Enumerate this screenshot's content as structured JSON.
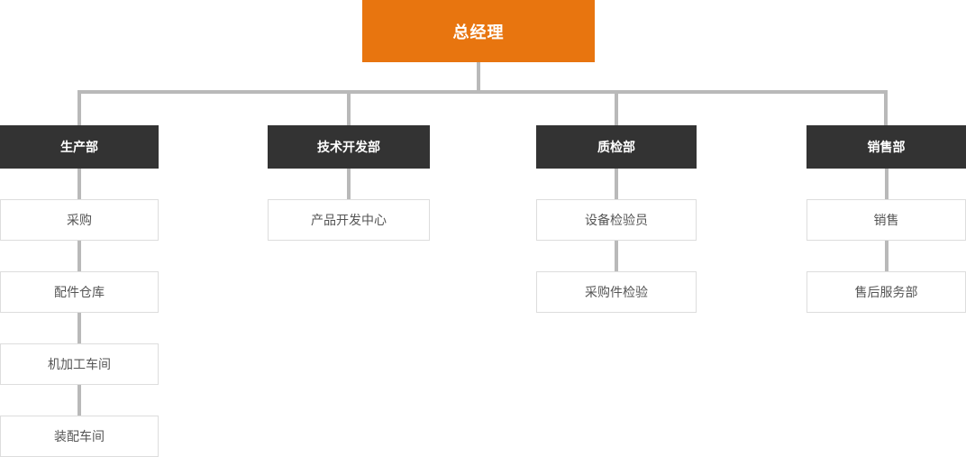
{
  "org": {
    "root_label": "总经理",
    "branches": [
      {
        "dept_label": "生产部",
        "children": [
          "采购",
          "配件仓库",
          "机加工车间",
          "装配车间"
        ]
      },
      {
        "dept_label": "技术开发部",
        "children": [
          "产品开发中心"
        ]
      },
      {
        "dept_label": "质检部",
        "children": [
          "设备检验员",
          "采购件检验"
        ]
      },
      {
        "dept_label": "销售部",
        "children": [
          "销售",
          "售后服务部"
        ]
      }
    ]
  },
  "colors": {
    "root_bg": "#E8750F",
    "root_text": "#FFFFFF",
    "dept_bg": "#333333",
    "dept_text": "#FFFFFF",
    "connector": "#B9B9B9",
    "node_bg": "#FFFFFF",
    "node_border": "#DDDDDD",
    "node_text": "#555555"
  }
}
